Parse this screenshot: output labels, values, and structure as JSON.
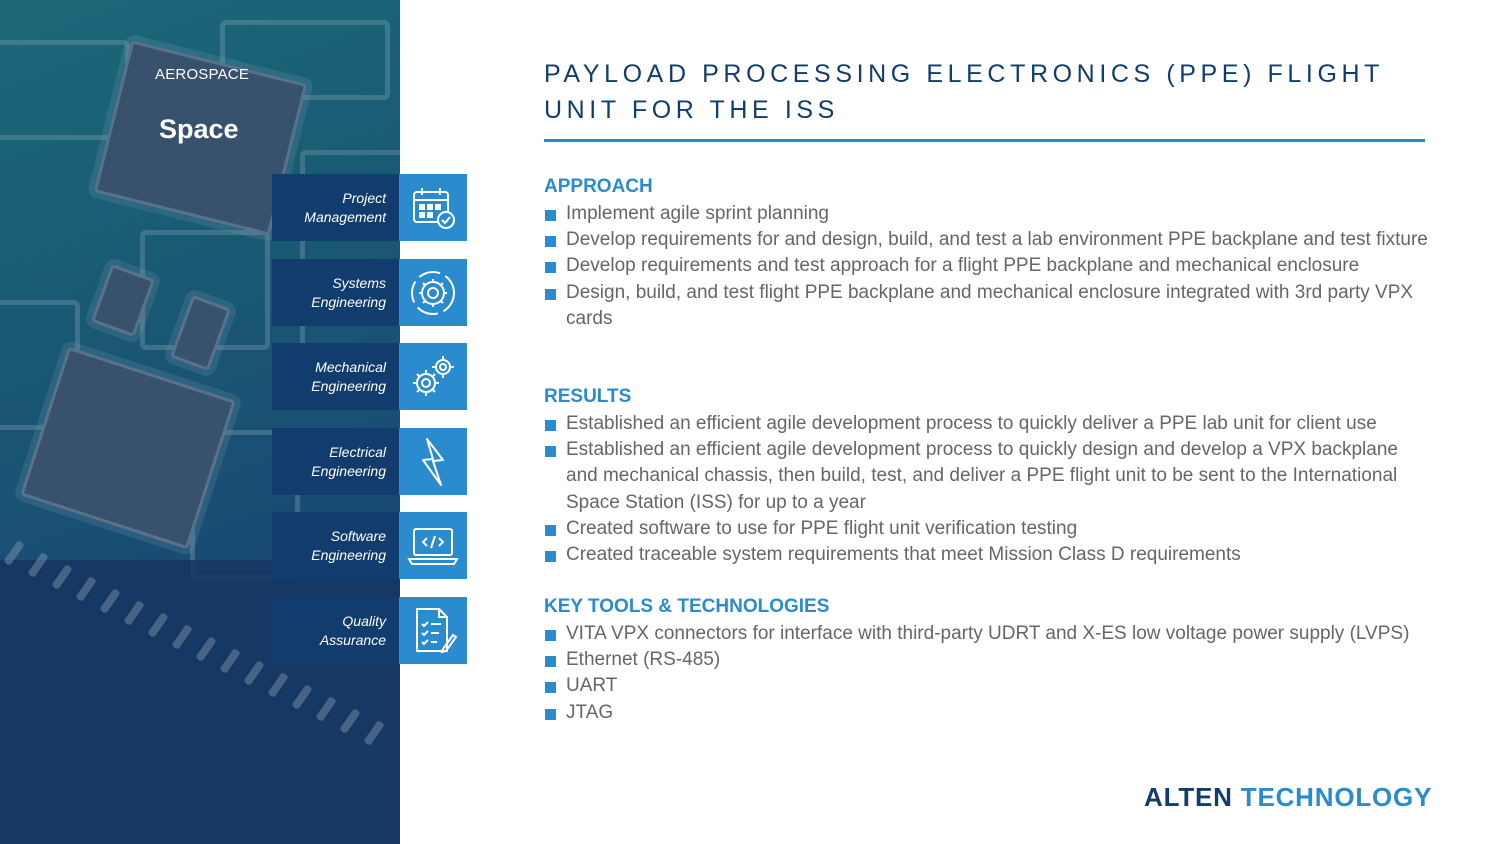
{
  "sidebar": {
    "category": "AEROSPACE",
    "title": "Space",
    "services": [
      {
        "label": "Project\nManagement",
        "icon": "calendar-check-icon"
      },
      {
        "label": "Systems\nEngineering",
        "icon": "gear-cycle-icon"
      },
      {
        "label": "Mechanical\nEngineering",
        "icon": "gears-icon"
      },
      {
        "label": "Electrical\nEngineering",
        "icon": "lightning-bolt-icon"
      },
      {
        "label": "Software\nEngineering",
        "icon": "laptop-code-icon"
      },
      {
        "label": "Quality\nAssurance",
        "icon": "checklist-pen-icon"
      }
    ]
  },
  "main": {
    "title": "PAYLOAD PROCESSING ELECTRONICS (PPE) FLIGHT UNIT FOR THE ISS",
    "sections": [
      {
        "heading": "APPROACH",
        "items": [
          "Implement agile sprint planning",
          "Develop requirements for and design, build, and test a lab environment PPE backplane and test fixture",
          "Develop requirements and test approach for a flight PPE backplane and mechanical enclosure",
          "Design, build, and test flight PPE backplane and mechanical enclosure integrated with 3rd party VPX cards"
        ]
      },
      {
        "heading": "RESULTS",
        "items": [
          "Established an efficient agile development process to quickly deliver a PPE lab unit for client use",
          "Established an efficient agile development process to quickly design and develop a VPX backplane and mechanical chassis, then build, test, and deliver a PPE flight unit to be sent to the International Space Station (ISS) for up to a year",
          "Created software to use for PPE flight unit verification testing",
          "Created traceable system requirements that meet Mission Class D requirements"
        ]
      },
      {
        "heading": "KEY TOOLS & TECHNOLOGIES",
        "items": [
          "VITA VPX connectors for interface with third-party UDRT and X-ES low voltage power supply (LVPS)",
          "Ethernet (RS-485)",
          "UART",
          "JTAG"
        ]
      }
    ]
  },
  "logo": {
    "part1": "ALTEN ",
    "part2": "TECHNOLOGY"
  },
  "colors": {
    "navy": "#123c6e",
    "accent_blue": "#2a8bcf",
    "body_text": "#666666"
  }
}
